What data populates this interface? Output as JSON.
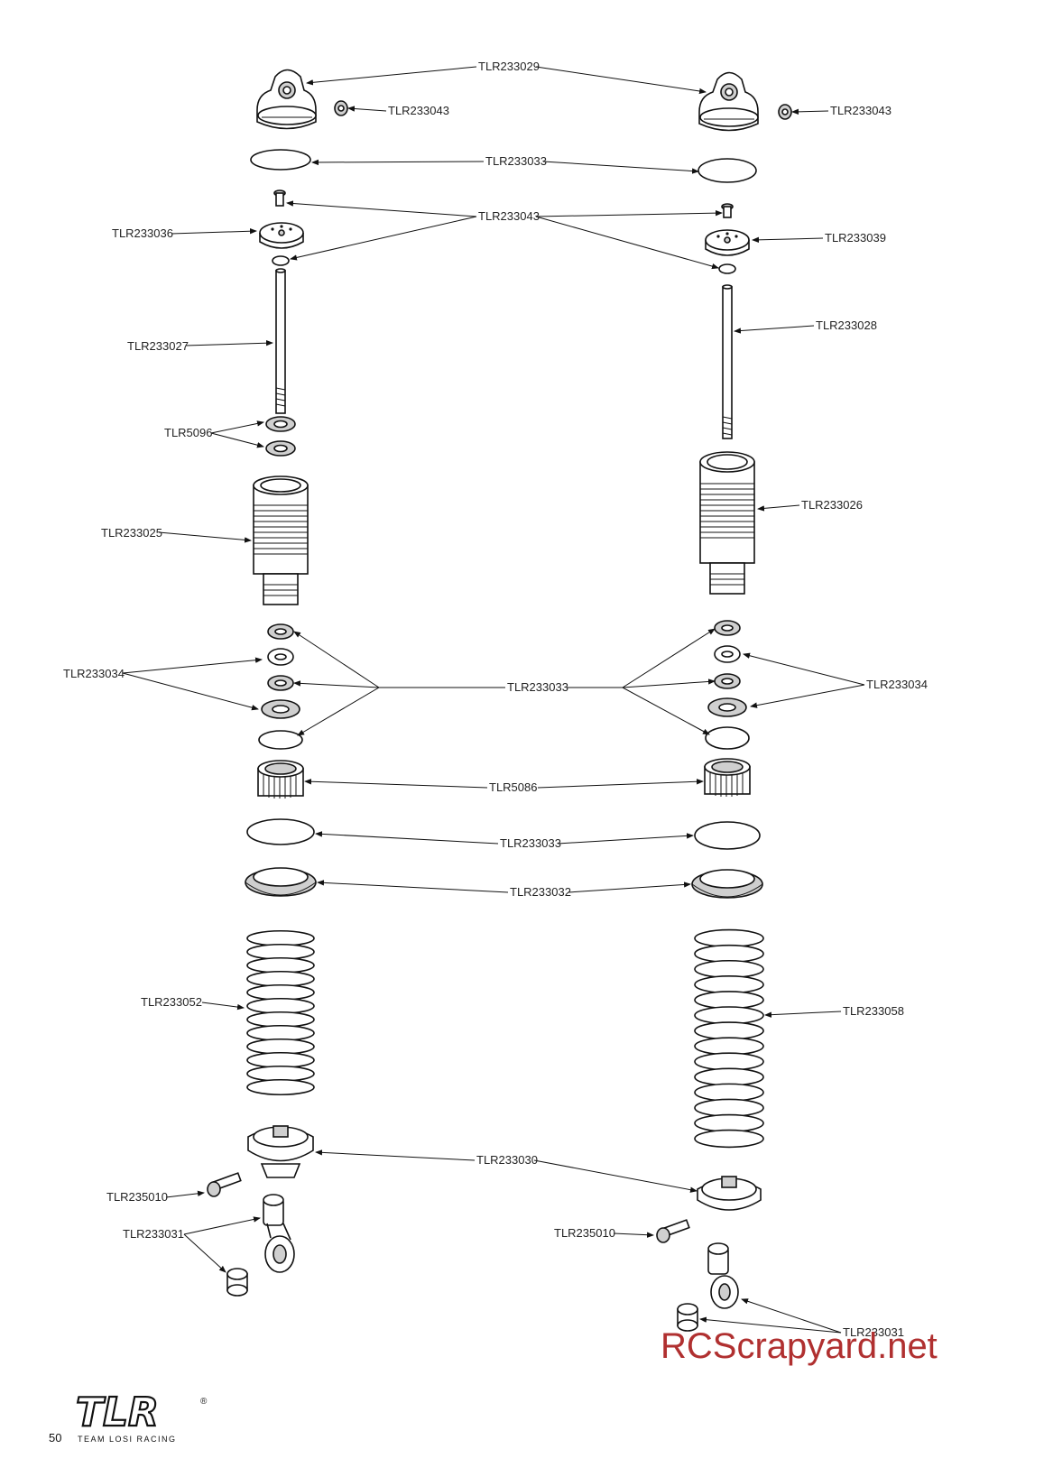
{
  "labels": {
    "cap": "TLR233029",
    "cap_screw_l": "TLR233043",
    "cap_screw_r": "TLR233043",
    "oring_top": "TLR233033",
    "screws_mid": "TLR233043",
    "piston_l": "TLR233036",
    "piston_r": "TLR233039",
    "shaft_l": "TLR233027",
    "shaft_r": "TLR233028",
    "washers_l": "TLR5096",
    "body_l": "TLR233025",
    "body_r": "TLR233026",
    "seals_l": "TLR233034",
    "seals_mid": "TLR233033",
    "seals_r": "TLR233034",
    "bottom_cap": "TLR5086",
    "oring_big": "TLR233033",
    "collar": "TLR233032",
    "spring_l": "TLR233052",
    "spring_r": "TLR233058",
    "cup": "TLR233030",
    "screw_l": "TLR235010",
    "end_l": "TLR233031",
    "screw_r": "TLR235010",
    "end_r": "TLR233031"
  },
  "footer": {
    "page_number": "50",
    "logo_text": "TLR",
    "logo_sub": "TEAM LOSI RACING",
    "logo_mark": "®"
  },
  "watermark": "RCScrapyard.net"
}
